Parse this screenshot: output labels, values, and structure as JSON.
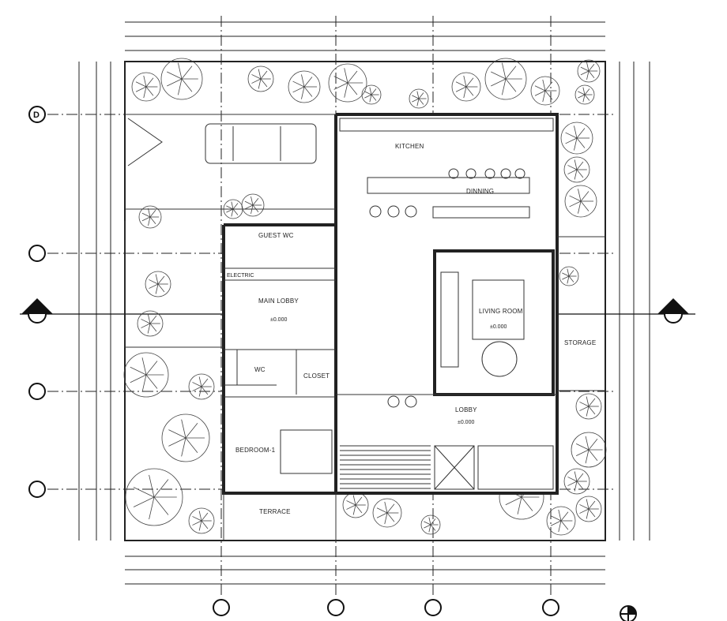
{
  "plan": {
    "grid_bubbles": {
      "row_d": "D"
    },
    "rooms": {
      "kitchen": "KITCHEN",
      "dinning": "DINNING",
      "guest_wc": "GUEST WC",
      "electric": "ELECTRIC",
      "main_lobby": "MAIN LOBBY",
      "wc": "WC",
      "closet": "CLOSET",
      "bedroom": "BEDROOM-1",
      "terrace": "TERRACE",
      "living_room": "LIVING ROOM",
      "storage": "STORAGE",
      "lobby": "LOBBY"
    },
    "levels": {
      "main_lobby": "±0.000",
      "living_room": "±0.000",
      "lobby": "±0.000"
    }
  }
}
